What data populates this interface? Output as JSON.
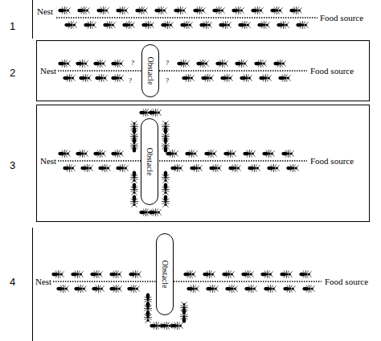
{
  "diagram": {
    "nodes": [
      {
        "text": [
          "Obstacle"
        ]
      },
      {
        "text": [
          "Obstacle"
        ]
      },
      {
        "text": [
          "Obstacle"
        ]
      }
    ],
    "labels": [
      "1",
      "Nest",
      "Food source",
      "2",
      "Nest",
      "?",
      "?",
      "?",
      "?",
      "Food source",
      "3",
      "Nest",
      "Food source",
      "4",
      "Nest",
      "Food source"
    ]
  }
}
